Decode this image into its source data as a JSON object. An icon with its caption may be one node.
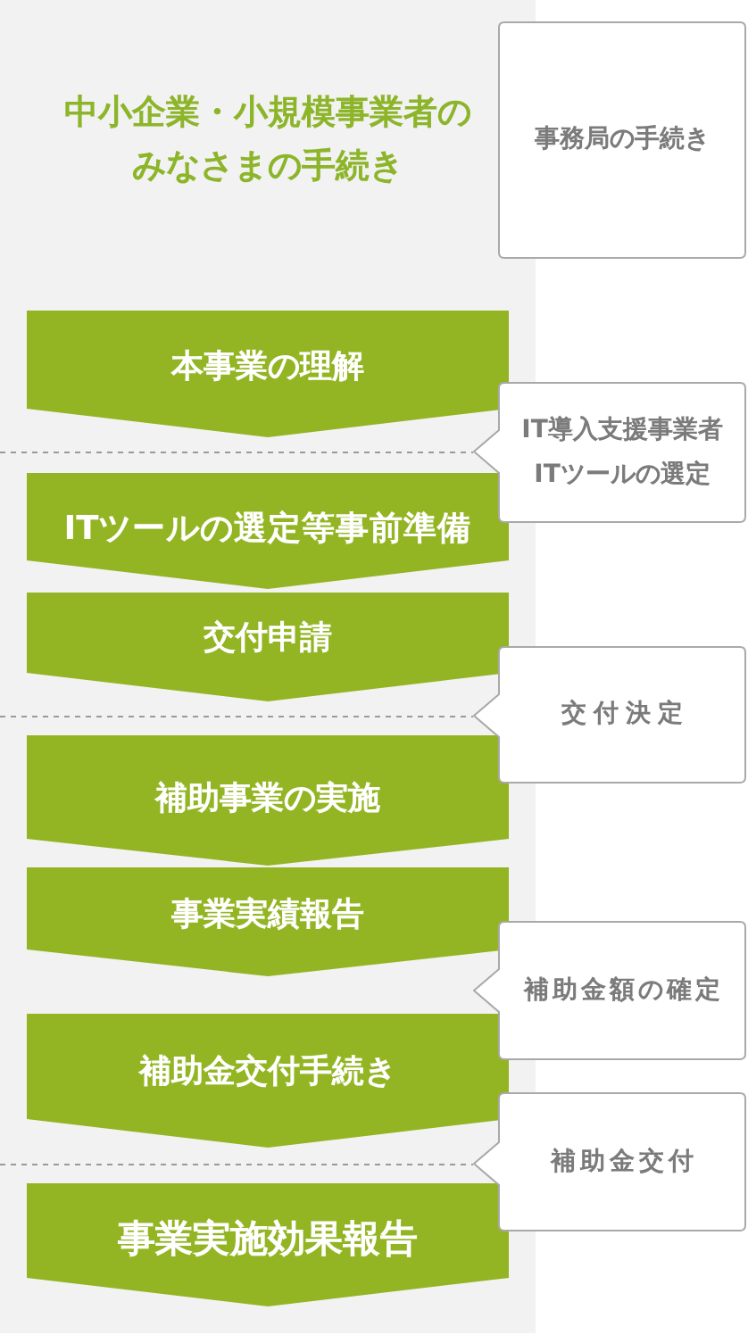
{
  "diagram": {
    "nodes": [
      {
        "text": [
          "中小企業・小規模事業者のみなさまの手続き"
        ]
      },
      {
        "text": [
          "事務局の手続き"
        ]
      },
      {
        "text": [
          "本事業の理解"
        ],
        "in": 0
      },
      {
        "text": [
          "IT導入支援事業者",
          "ITツールの選定"
        ]
      },
      {
        "text": [
          "ITツールの選定等事前準備"
        ],
        "in": 0
      },
      {
        "text": [
          "交付申請"
        ],
        "in": 0
      },
      {
        "text": [
          "交付決定"
        ]
      },
      {
        "text": [
          "補助事業の実施"
        ],
        "in": 0
      },
      {
        "text": [
          "事業実績報告"
        ],
        "in": 0
      },
      {
        "text": [
          "補助金額の確定"
        ]
      },
      {
        "text": [
          "補助金交付手続き"
        ],
        "in": 0
      },
      {
        "text": [
          "補助金交付"
        ]
      },
      {
        "text": [
          "事業実施効果報告"
        ],
        "in": 0
      }
    ]
  }
}
